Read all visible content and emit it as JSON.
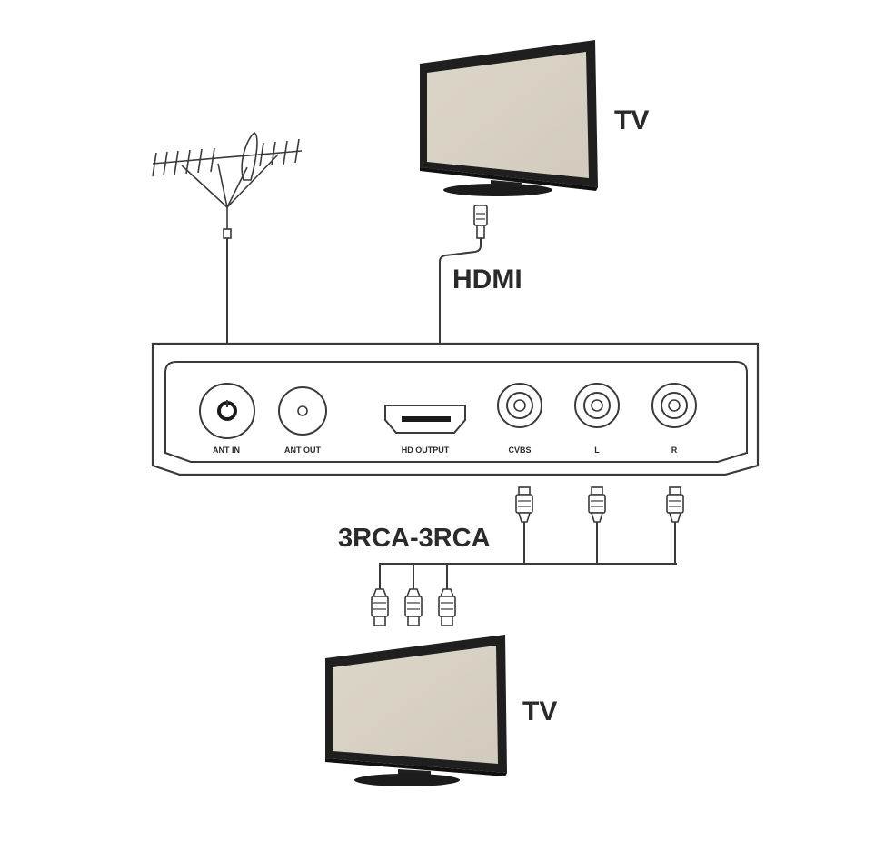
{
  "labels": {
    "tv_top": "TV",
    "tv_bottom": "TV",
    "hdmi": "HDMI",
    "rca": "3RCA-3RCA"
  },
  "ports": {
    "ant_in": "ANT IN",
    "ant_out": "ANT OUT",
    "hd_output": "HD OUTPUT",
    "cvbs": "CVBS",
    "l": "L",
    "r": "R"
  }
}
